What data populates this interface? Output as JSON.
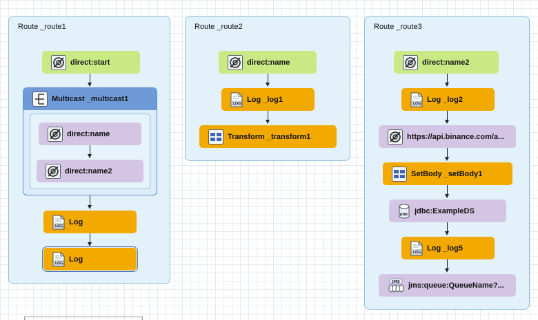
{
  "routes": [
    {
      "title": "Route _route1",
      "start": "direct:start",
      "multicast": "Multicast _multicast1",
      "multicast_children": [
        "direct:name",
        "direct:name2"
      ],
      "after": [
        "Log",
        "Log"
      ]
    },
    {
      "title": "Route _route2",
      "nodes": [
        "direct:name",
        "Log _log1",
        "Transform _transform1"
      ]
    },
    {
      "title": "Route _route3",
      "nodes": [
        "direct:name2",
        "Log _log2",
        "https://api.binance.com/a...",
        "SetBody _setBody1",
        "jdbc:ExampleDS",
        "Log _log5",
        "jms:queue:QueueName?..."
      ]
    }
  ],
  "icons": {
    "endpoint": "endpoint-icon",
    "log": "log-icon",
    "multicast": "multicast-icon",
    "transform": "transform-icon",
    "database": "database-icon",
    "jms": "jms-icon"
  },
  "colors": {
    "canvas": "#ffffff",
    "route_bg": "#e3f1fa",
    "from_node": "#c9e985",
    "processor_node": "#f2a900",
    "endpoint_node": "#d5c5e4",
    "multicast_header": "#6e9bd8"
  }
}
